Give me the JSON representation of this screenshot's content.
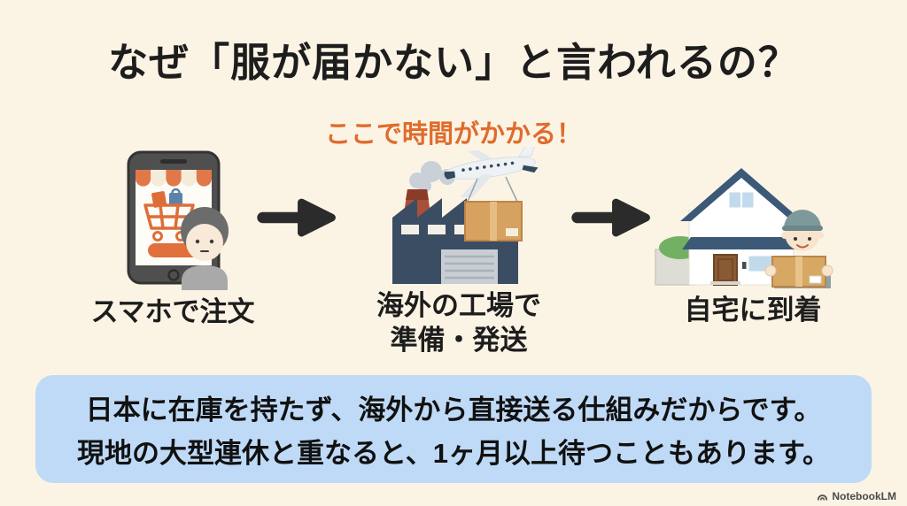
{
  "slide": {
    "title": "なぜ「服が届かない」と言われるの？",
    "highlight": "ここで時間がかかる！",
    "steps": [
      {
        "label": "スマホで注文",
        "icon": "smartphone-order-illustration"
      },
      {
        "label": "海外の工場で\n準備・発送",
        "icon": "overseas-factory-airfreight-illustration"
      },
      {
        "label": "自宅に到着",
        "icon": "home-delivery-illustration"
      }
    ],
    "icons": {
      "arrow": "right-arrow-icon",
      "footer_logo": "notebooklm-logo-icon"
    },
    "explanation": {
      "line1": "日本に在庫を持たず、海外から直接送る仕組みだからです。",
      "line2": "現地の大型連休と重なると、1ヶ月以上待つこともあります。"
    },
    "footer": {
      "brand": "NotebookLM"
    },
    "colors": {
      "background": "#FBF4E4",
      "title_text": "#1D1D1D",
      "highlight_text": "#E06B2D",
      "label_text": "#1D1D1D",
      "arrow": "#2B2B2B",
      "explanation_box": "#BFDAF7",
      "explanation_text": "#111111",
      "footer_text": "#4A4A4A"
    }
  }
}
